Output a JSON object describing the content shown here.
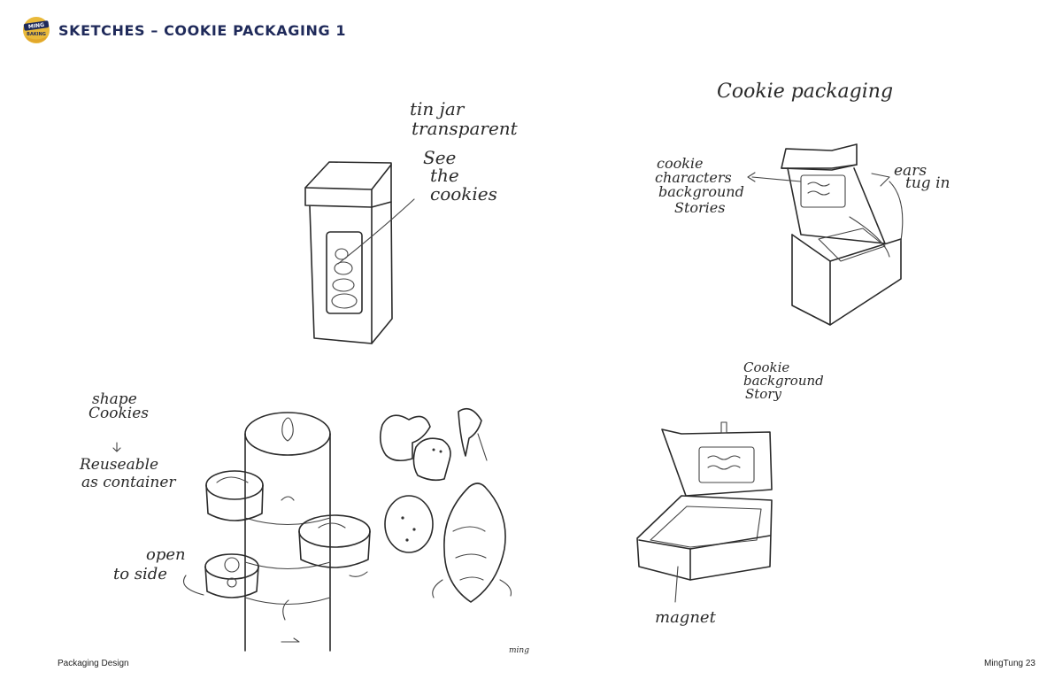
{
  "header": {
    "logo_text_top": "MING",
    "logo_text_bottom": "BAKING",
    "title": "SKETCHES – COOKIE PACKAGING 1"
  },
  "annotations": {
    "tin_jar_line1": "tin jar",
    "tin_jar_line2": "transparent",
    "see_line1": "See",
    "see_line2": "the",
    "see_line3": "cookies",
    "cookie_packaging": "Cookie packaging",
    "chars_line1": "cookie",
    "chars_line2": "characters",
    "chars_line3": "background",
    "chars_line4": "Stories",
    "ears_line1": "ears",
    "ears_line2": "tug in",
    "shape_line1": "shape",
    "shape_line2": "Cookies",
    "reuse_line1": "Reuseable",
    "reuse_line2": "as container",
    "open_line1": "open",
    "open_line2": "to side",
    "story_line1": "Cookie",
    "story_line2": "background",
    "story_line3": "Story",
    "magnet": "magnet",
    "signature": "ming"
  },
  "footer": {
    "left": "Packaging Design",
    "right": "MingTung 23"
  }
}
